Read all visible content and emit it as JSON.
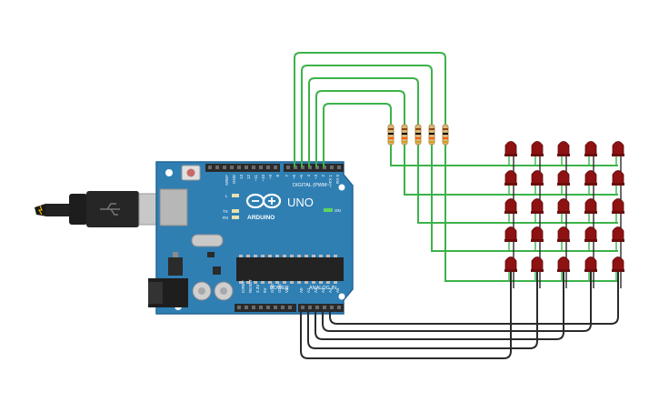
{
  "board": {
    "brand": "ARDUINO",
    "model": "UNO",
    "on_label": "ON",
    "digital_label": "DIGITAL (PWM~)",
    "analog_label": "ANALOG IN",
    "power_label": "POWER",
    "led_l": "L",
    "led_tx": "TX",
    "led_rx": "RX",
    "digital_top_pins": [
      "AREF",
      "GND",
      "13",
      "12",
      "~11",
      "~10",
      "~9",
      "8"
    ],
    "digital_bottom_pins": [
      "7",
      "~6",
      "~5",
      "4",
      "~3",
      "2",
      "TX 1",
      "RX 0"
    ],
    "power_pins": [
      "IOREF",
      "RESET",
      "3.3V",
      "5V",
      "GND",
      "GND",
      "Vin"
    ],
    "analog_pins": [
      "A0",
      "A1",
      "A2",
      "A3",
      "A4",
      "A5"
    ]
  },
  "components": {
    "resistor_count": 5,
    "led_rows": 5,
    "led_cols": 5,
    "led_color": "#8e1212",
    "resistor_color": "#d9b87c"
  },
  "wires": {
    "digital_color": "#3cb34a",
    "analog_color": "#2b2b2b"
  }
}
